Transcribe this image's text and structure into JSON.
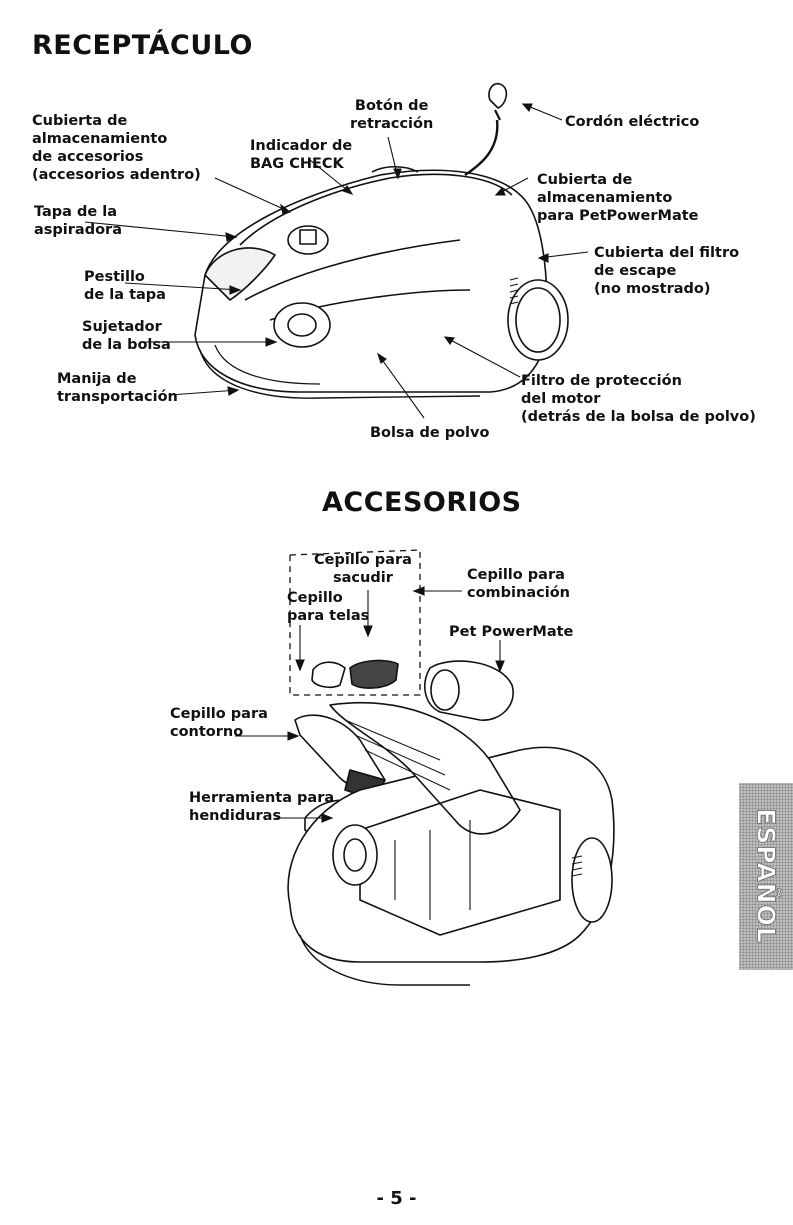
{
  "section1": {
    "title": "RECEPTÁCULO",
    "labels": {
      "cubierta_accesorios": [
        "Cubierta de",
        "almacenamiento",
        "de accesorios",
        "(accesorios adentro)"
      ],
      "tapa": [
        "Tapa de la",
        "aspiradora"
      ],
      "pestillo": [
        "Pestillo",
        "de la tapa"
      ],
      "sujetador": [
        "Sujetador",
        "de la bolsa"
      ],
      "manija": [
        "Manija de",
        "transportación"
      ],
      "indicador": [
        "Indicador de",
        "BAG CHECK"
      ],
      "boton": [
        "Botón de",
        "retracción"
      ],
      "cordon": "Cordón eléctrico",
      "cubierta_pet": [
        "Cubierta de",
        "almacenamiento",
        "para PetPowerMate"
      ],
      "cubierta_filtro": [
        "Cubierta del filtro",
        "de escape",
        "(no mostrado)"
      ],
      "filtro_motor": [
        "Filtro de protección",
        "del motor",
        "(detrás de la  bolsa de polvo)"
      ],
      "bolsa": "Bolsa de polvo"
    }
  },
  "section2": {
    "title": "ACCESORIOS",
    "labels": {
      "sacudir": [
        "Cepillo para",
        "sacudir"
      ],
      "telas": [
        "Cepillo",
        "para telas"
      ],
      "combinacion": [
        "Cepillo para",
        "combinación"
      ],
      "pet": "Pet PowerMate",
      "contorno": [
        "Cepillo para",
        "contorno"
      ],
      "hendiduras": [
        "Herramienta para",
        "hendiduras"
      ]
    }
  },
  "side_tab": "ESPAÑOL",
  "page_number": "- 5 -"
}
